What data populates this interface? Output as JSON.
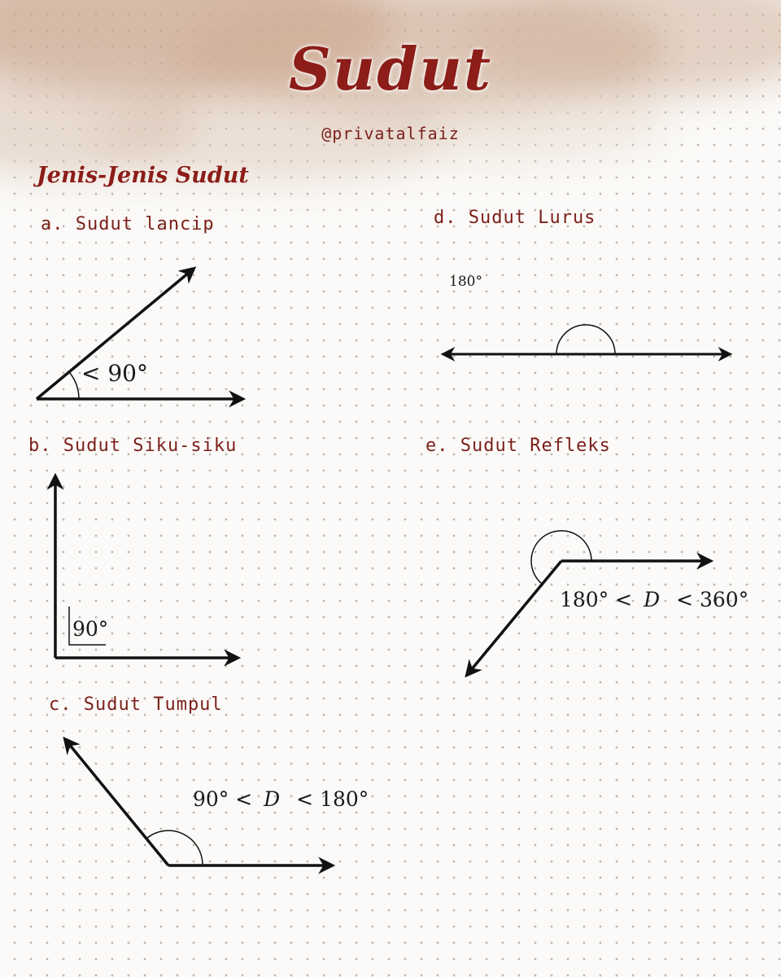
{
  "header": {
    "title": "Sudut",
    "handle": "@privatalfaiz",
    "section_heading": "Jenis-Jenis Sudut"
  },
  "angles": {
    "a": {
      "label": "a. Sudut lancip",
      "measure": "< 90°"
    },
    "b": {
      "label": "b. Sudut Siku-siku",
      "measure": "90°"
    },
    "c": {
      "label": "c. Sudut Tumpul",
      "measure_left": "90° <",
      "measure_var": "D",
      "measure_right": "< 180°"
    },
    "d": {
      "label": "d. Sudut Lurus",
      "measure": "180°"
    },
    "e": {
      "label": "e. Sudut Refleks",
      "measure_left": "180° <",
      "measure_var": "D",
      "measure_right": "< 360°"
    }
  },
  "colors": {
    "accent": "#8c1d18",
    "label_text": "#7a1f19",
    "line": "#111111",
    "watercolor": "#c9a58d"
  }
}
